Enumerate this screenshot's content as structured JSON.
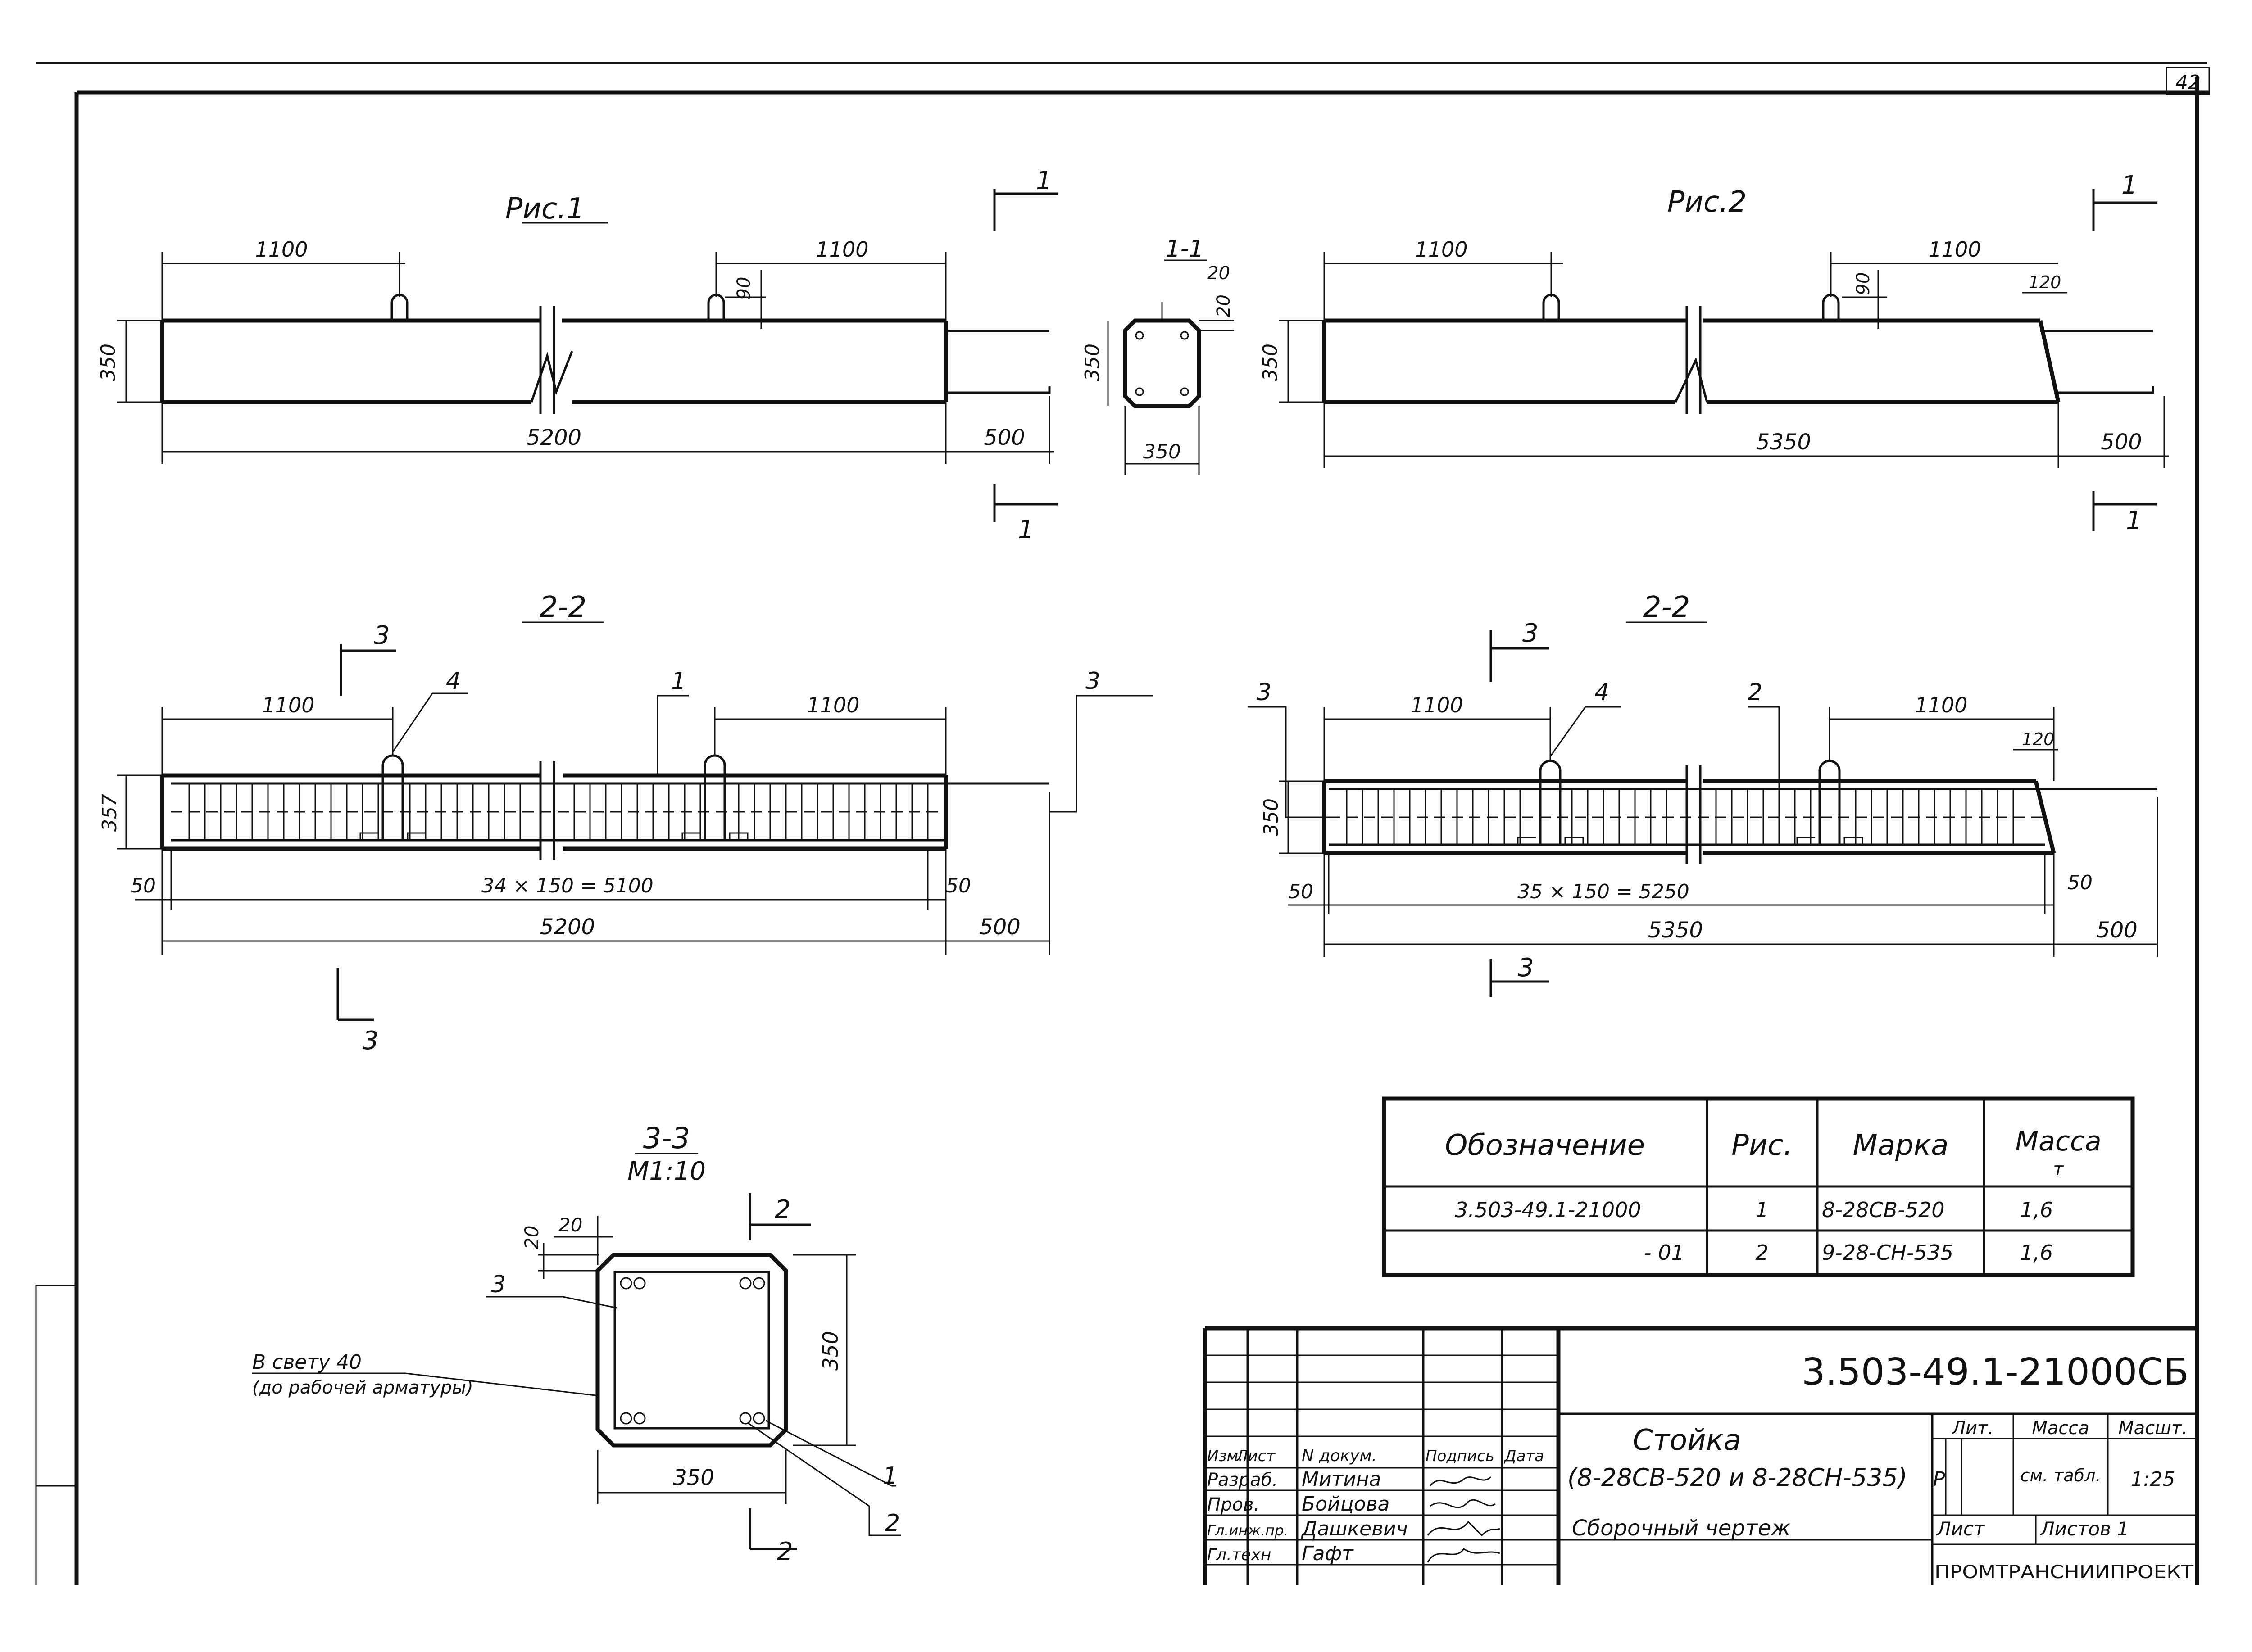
{
  "sheet": {
    "page_number": "42"
  },
  "fig1": {
    "title": "Рис.1",
    "dim_left": "1100",
    "dim_right": "1100",
    "dim_loop": "90",
    "dim_height": "350",
    "dim_length": "5200",
    "dim_end": "500",
    "cut_label": "1"
  },
  "fig2": {
    "title": "Рис.2",
    "dim_left": "1100",
    "dim_right": "1100",
    "dim_loop": "90",
    "dim_bevel": "120",
    "dim_height": "350",
    "dim_length": "5350",
    "dim_end": "500",
    "cut_label": "1"
  },
  "section11": {
    "title": "1-1",
    "dim_20a": "20",
    "dim_20b": "20",
    "dim_height": "350",
    "dim_width": "350"
  },
  "section22_left": {
    "title": "2-2",
    "cut_label": "3",
    "callout_4": "4",
    "callout_1": "1",
    "callout_3": "3",
    "dim_left": "1100",
    "dim_right": "1100",
    "dim_height": "357",
    "dim_50_left": "50",
    "dim_spacing": "34 × 150 = 5100",
    "dim_50_right": "50",
    "dim_length": "5200",
    "dim_end": "500"
  },
  "section22_right": {
    "title": "2-2",
    "cut_label": "3",
    "callout_3": "3",
    "callout_4": "4",
    "callout_2": "2",
    "dim_left": "1100",
    "dim_right": "1100",
    "dim_bevel": "120",
    "dim_height": "350",
    "dim_50_left": "50",
    "dim_spacing": "35 × 150 = 5250",
    "dim_50_right": "50",
    "dim_length": "5350",
    "dim_end": "500"
  },
  "section33": {
    "title": "3-3",
    "scale": "М1:10",
    "dim_20a": "20",
    "dim_20b": "20",
    "dim_height": "350",
    "dim_width": "350",
    "callout_3": "3",
    "callout_1": "1",
    "callout_2": "2",
    "cut_label": "2",
    "note_line1": "В свету 40",
    "note_line2": "(до рабочей арматуры)"
  },
  "spec_table": {
    "headers": [
      "Обозначение",
      "Рис.",
      "Марка",
      "Масса"
    ],
    "mass_unit": "т",
    "rows": [
      [
        "3.503-49.1-21000",
        "1",
        "8-28СВ-520",
        "1,6"
      ],
      [
        "- 01",
        "2",
        "9-28-СН-535",
        "1,6"
      ]
    ]
  },
  "title_block": {
    "code": "3.503-49.1-21000СБ",
    "name": "Стойка",
    "marks": "(8-28СВ-520 и 8-28СН-535)",
    "doc_type": "Сборочный чертеж",
    "header_cols": [
      "Изм.",
      "Лист",
      "N докум.",
      "Подпись",
      "Дата"
    ],
    "people": [
      {
        "role": "Разраб.",
        "name": "Митина"
      },
      {
        "role": "Пров.",
        "name": "Бойцова"
      },
      {
        "role": "Гл.инж.пр.",
        "name": "Дашкевич"
      },
      {
        "role": "Гл.техн",
        "name": "Гафт"
      }
    ],
    "lit_label": "Лит.",
    "lit_value": "Р",
    "mass_label": "Масса",
    "mass_value": "см. табл.",
    "scale_label": "Масшт.",
    "scale_value": "1:25",
    "sheet_label": "Лист",
    "sheets_label": "Листов 1",
    "org": "ПРОМТРАНСНИИПРОЕКТ"
  }
}
